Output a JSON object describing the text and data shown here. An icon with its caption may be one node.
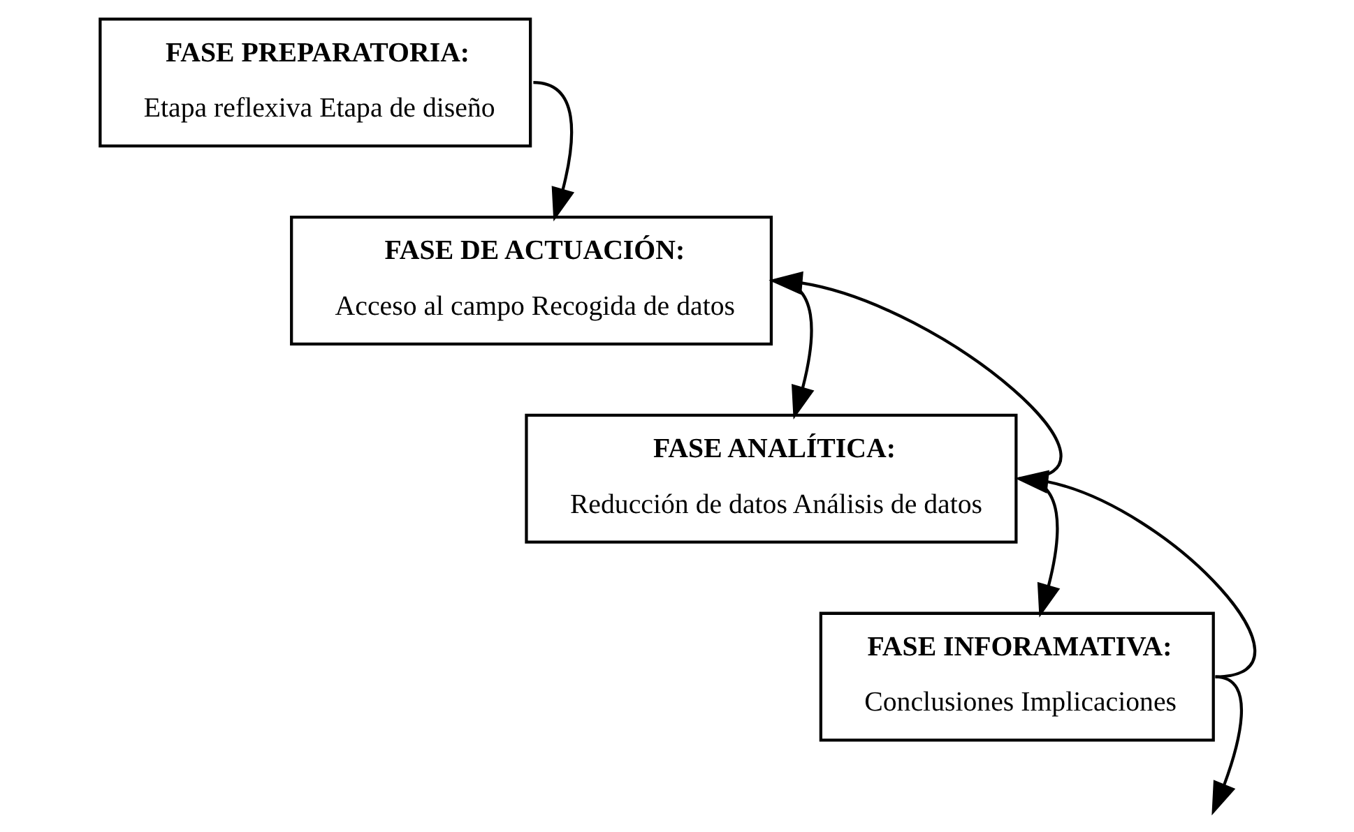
{
  "diagram": {
    "nodes": [
      {
        "text": [
          "FASE PREPARATORIA:",
          "Etapa reflexiva Etapa de diseño"
        ]
      },
      {
        "text": [
          "FASE DE ACTUACIÓN:",
          "Acceso al campo Recogida de datos"
        ]
      },
      {
        "text": [
          "FASE ANALÍTICA:",
          "Reducción de datos Análisis de datos"
        ]
      },
      {
        "text": [
          "FASE INFORAMATIVA:",
          "Conclusiones Implicaciones"
        ]
      }
    ],
    "edges": [
      {
        "from": 0,
        "to": 1,
        "arrow": "to"
      },
      {
        "from": 1,
        "to": 2,
        "arrow": "to"
      },
      {
        "from": 2,
        "to": 3,
        "arrow": "to"
      },
      {
        "from": 3,
        "to": null,
        "arrow": "to"
      },
      {
        "from": 2,
        "to": 1,
        "arrow": "to"
      },
      {
        "from": 3,
        "to": 2,
        "arrow": "to"
      }
    ]
  }
}
